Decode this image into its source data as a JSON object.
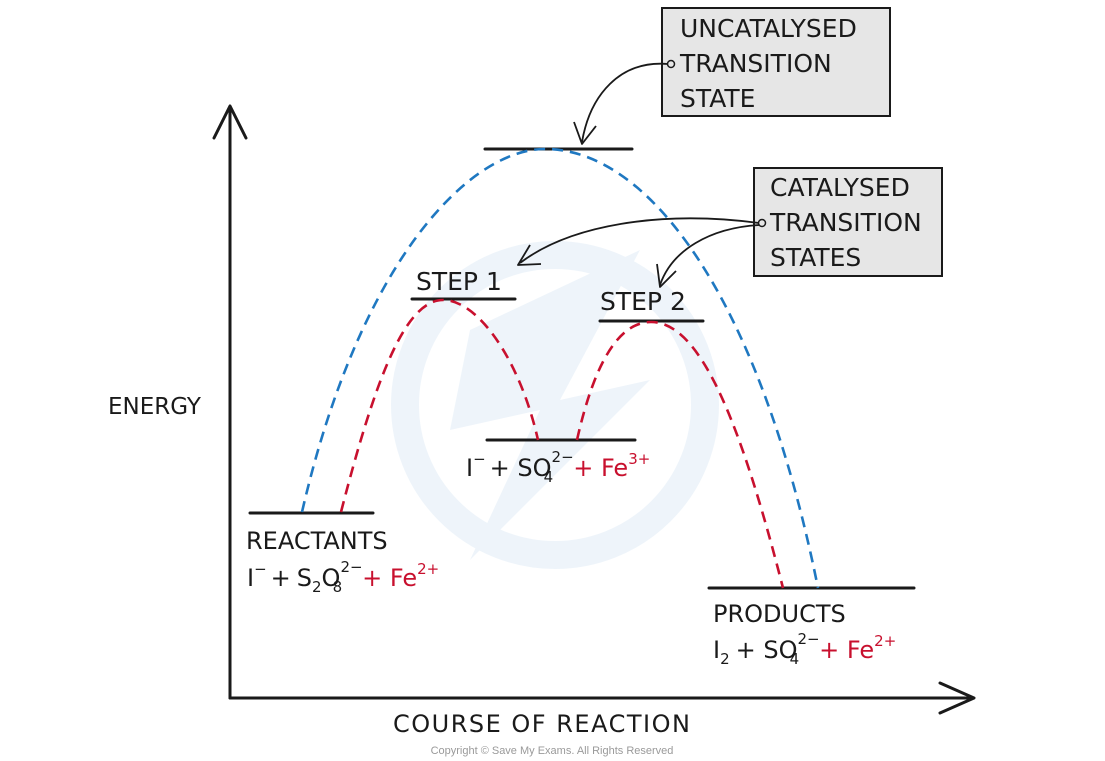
{
  "axes": {
    "y_label": "ENERGY",
    "x_label": "COURSE OF REACTION"
  },
  "callouts": {
    "uncatalysed": [
      "UNCATALYSED",
      "TRANSITION",
      "STATE"
    ],
    "catalysed": [
      "CATALYSED",
      "TRANSITION",
      "STATES"
    ]
  },
  "steps": {
    "step1": "STEP 1",
    "step2": "STEP 2"
  },
  "reactants": {
    "title": "REACTANTS",
    "formula": {
      "i": "I",
      "i_charge": "−",
      "plus1": "+",
      "s": "S",
      "s_sub": "2",
      "o": "O",
      "o_sup": "2−",
      "o_sub": "8",
      "fe": "+ Fe",
      "fe_charge": "2+"
    }
  },
  "intermediate": {
    "formula": {
      "i": "I",
      "i_charge": "−",
      "plus1": "+ SO",
      "so_sup": "2−",
      "so_sub": "4",
      "fe": "+ Fe",
      "fe_charge": "3+"
    }
  },
  "products": {
    "title": "PRODUCTS",
    "formula": {
      "i": "I",
      "i_sub": "2",
      "plus1": "+ SO",
      "so_sup": "2−",
      "so_sub": "4",
      "fe": "+ Fe",
      "fe_charge": "2+"
    }
  },
  "copyright": "Copyright © Save My Exams. All Rights Reserved",
  "colors": {
    "uncatalysed_curve": "#1f78c1",
    "catalysed_curve": "#c8102e",
    "callout_fill": "#e6e6e6",
    "ink": "#1a1a1a"
  }
}
